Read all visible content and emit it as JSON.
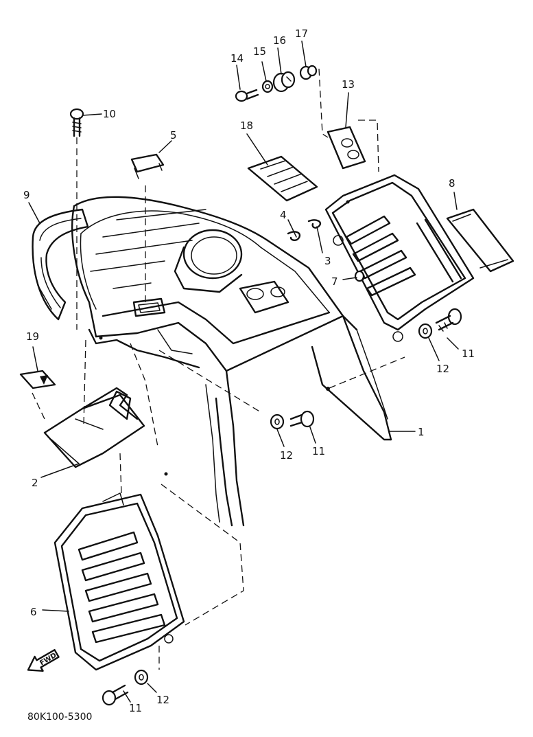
{
  "callouts": [
    {
      "id": "c1",
      "number": "1"
    },
    {
      "id": "c2",
      "number": "2"
    },
    {
      "id": "c3",
      "number": "3"
    },
    {
      "id": "c4",
      "number": "4"
    },
    {
      "id": "c5",
      "number": "5"
    },
    {
      "id": "c6",
      "number": "6"
    },
    {
      "id": "c7",
      "number": "7"
    },
    {
      "id": "c8",
      "number": "8"
    },
    {
      "id": "c9",
      "number": "9"
    },
    {
      "id": "c10",
      "number": "10"
    },
    {
      "id": "c11a",
      "number": "11"
    },
    {
      "id": "c11b",
      "number": "11"
    },
    {
      "id": "c11c",
      "number": "11"
    },
    {
      "id": "c12a",
      "number": "12"
    },
    {
      "id": "c12b",
      "number": "12"
    },
    {
      "id": "c12c",
      "number": "12"
    },
    {
      "id": "c13",
      "number": "13"
    },
    {
      "id": "c14",
      "number": "14"
    },
    {
      "id": "c15",
      "number": "15"
    },
    {
      "id": "c16",
      "number": "16"
    },
    {
      "id": "c17",
      "number": "17"
    },
    {
      "id": "c18",
      "number": "18"
    },
    {
      "id": "c19",
      "number": "19"
    }
  ],
  "drawing_code": "80K100-5300",
  "fwd_arrow_label": "FWD"
}
